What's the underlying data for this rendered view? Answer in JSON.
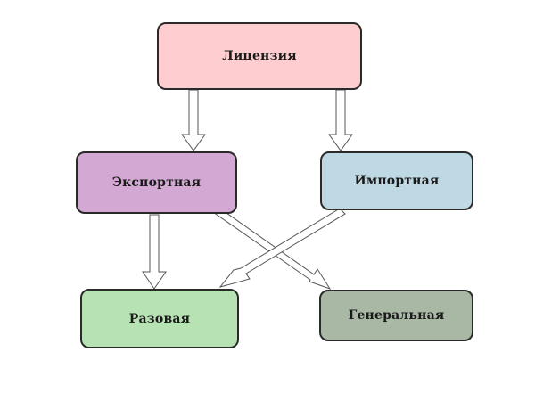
{
  "nodes": {
    "license": {
      "label": "Лицензия",
      "color": "#fecdcf"
    },
    "export": {
      "label": "Экспортная",
      "color": "#d3a9d4"
    },
    "import": {
      "label": "Импортная",
      "color": "#bfd9e4"
    },
    "single": {
      "label": "Разовая",
      "color": "#b7e2b3"
    },
    "general": {
      "label": "Генеральная",
      "color": "#a9b7a5"
    }
  },
  "edges": [
    {
      "from": "license",
      "to": "export"
    },
    {
      "from": "license",
      "to": "import"
    },
    {
      "from": "export",
      "to": "single"
    },
    {
      "from": "export",
      "to": "general"
    },
    {
      "from": "import",
      "to": "single"
    }
  ]
}
